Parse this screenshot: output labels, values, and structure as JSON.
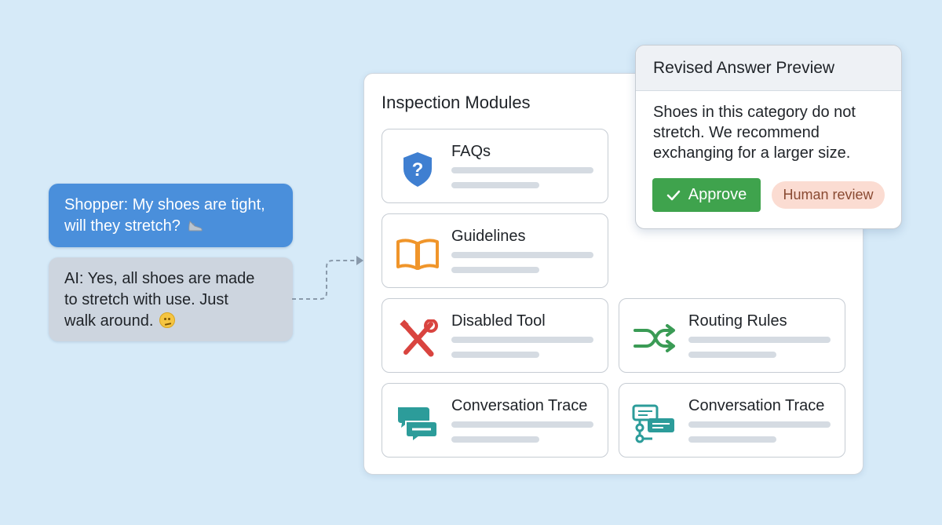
{
  "chat": {
    "shopper": {
      "speaker": "Shopper:",
      "text_line1": "My shoes are tight,",
      "text_line2": "will they stretch?"
    },
    "ai": {
      "speaker": "AI:",
      "text_line1": "Yes, all shoes are made",
      "text_line2": "to stretch with use. Just",
      "text_line3": "walk around."
    }
  },
  "panel": {
    "title": "Inspection Modules",
    "modules": [
      {
        "title": "FAQs",
        "icon": "shield-question-icon"
      },
      {
        "title": "Guidelines",
        "icon": "open-book-icon"
      },
      {
        "title": "Disabled Tool",
        "icon": "wrench-screwdriver-icon"
      },
      {
        "title": "Routing Rules",
        "icon": "shuffle-arrows-icon"
      },
      {
        "title": "Conversation Trace",
        "icon": "chat-bubbles-icon"
      },
      {
        "title": "Conversation Trace",
        "icon": "trace-flow-icon"
      }
    ]
  },
  "preview": {
    "title": "Revised Answer Preview",
    "body_line1": "Shoes in this category do not",
    "body_line2": "stretch. We recommend",
    "body_line3": "exchanging for a larger size.",
    "approve_label": "Approve",
    "review_label": "Human review"
  },
  "colors": {
    "background": "#d6eaf8",
    "shopper_bubble": "#4a8fdb",
    "ai_bubble": "#cdd5df",
    "approve": "#3fa34d",
    "review_badge": "#fbdcd2"
  }
}
